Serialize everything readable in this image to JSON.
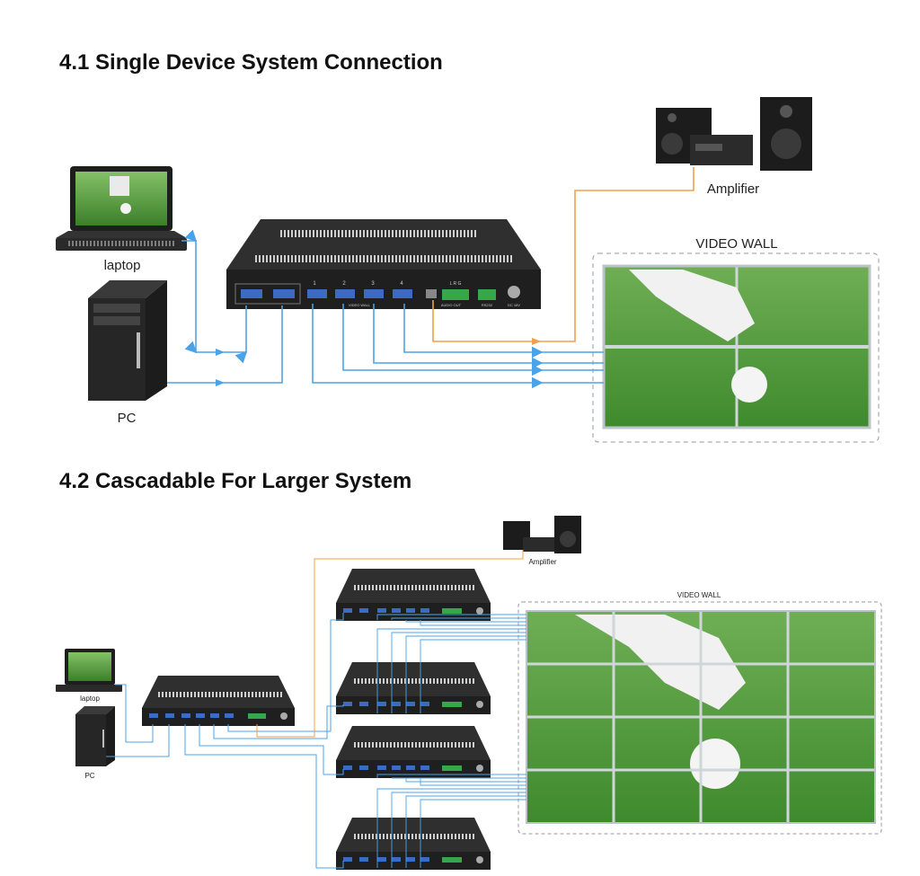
{
  "section1": {
    "title": "4.1 Single Device System Connection",
    "labels": {
      "laptop": "laptop",
      "pc": "PC",
      "amplifier": "Amplifier",
      "video_wall": "VIDEO WALL"
    },
    "device_ports": {
      "outputs": [
        "1",
        "2",
        "3",
        "4"
      ],
      "video_wall": "VIDEO WALL",
      "audio_out": "AUDIO OUT",
      "rs232": "RS232",
      "dc": "DC 18V",
      "audio_pins": "L  R  G"
    }
  },
  "section2": {
    "title": "4.2 Cascadable For Larger System",
    "labels": {
      "laptop": "laptop",
      "pc": "PC",
      "amplifier": "Amplifier",
      "video_wall": "VIDEO WALL"
    }
  },
  "colors": {
    "hdmi_cable": "#4aa3e8",
    "audio_cable": "#f0a04a",
    "device_body": "#2b2b2b",
    "wall_border": "#9a9a9a",
    "grass": "#3f8a2e"
  },
  "icons": [
    "laptop-icon",
    "pc-tower-icon",
    "amplifier-icon",
    "video-wall-icon",
    "hdmi-port-icon"
  ]
}
